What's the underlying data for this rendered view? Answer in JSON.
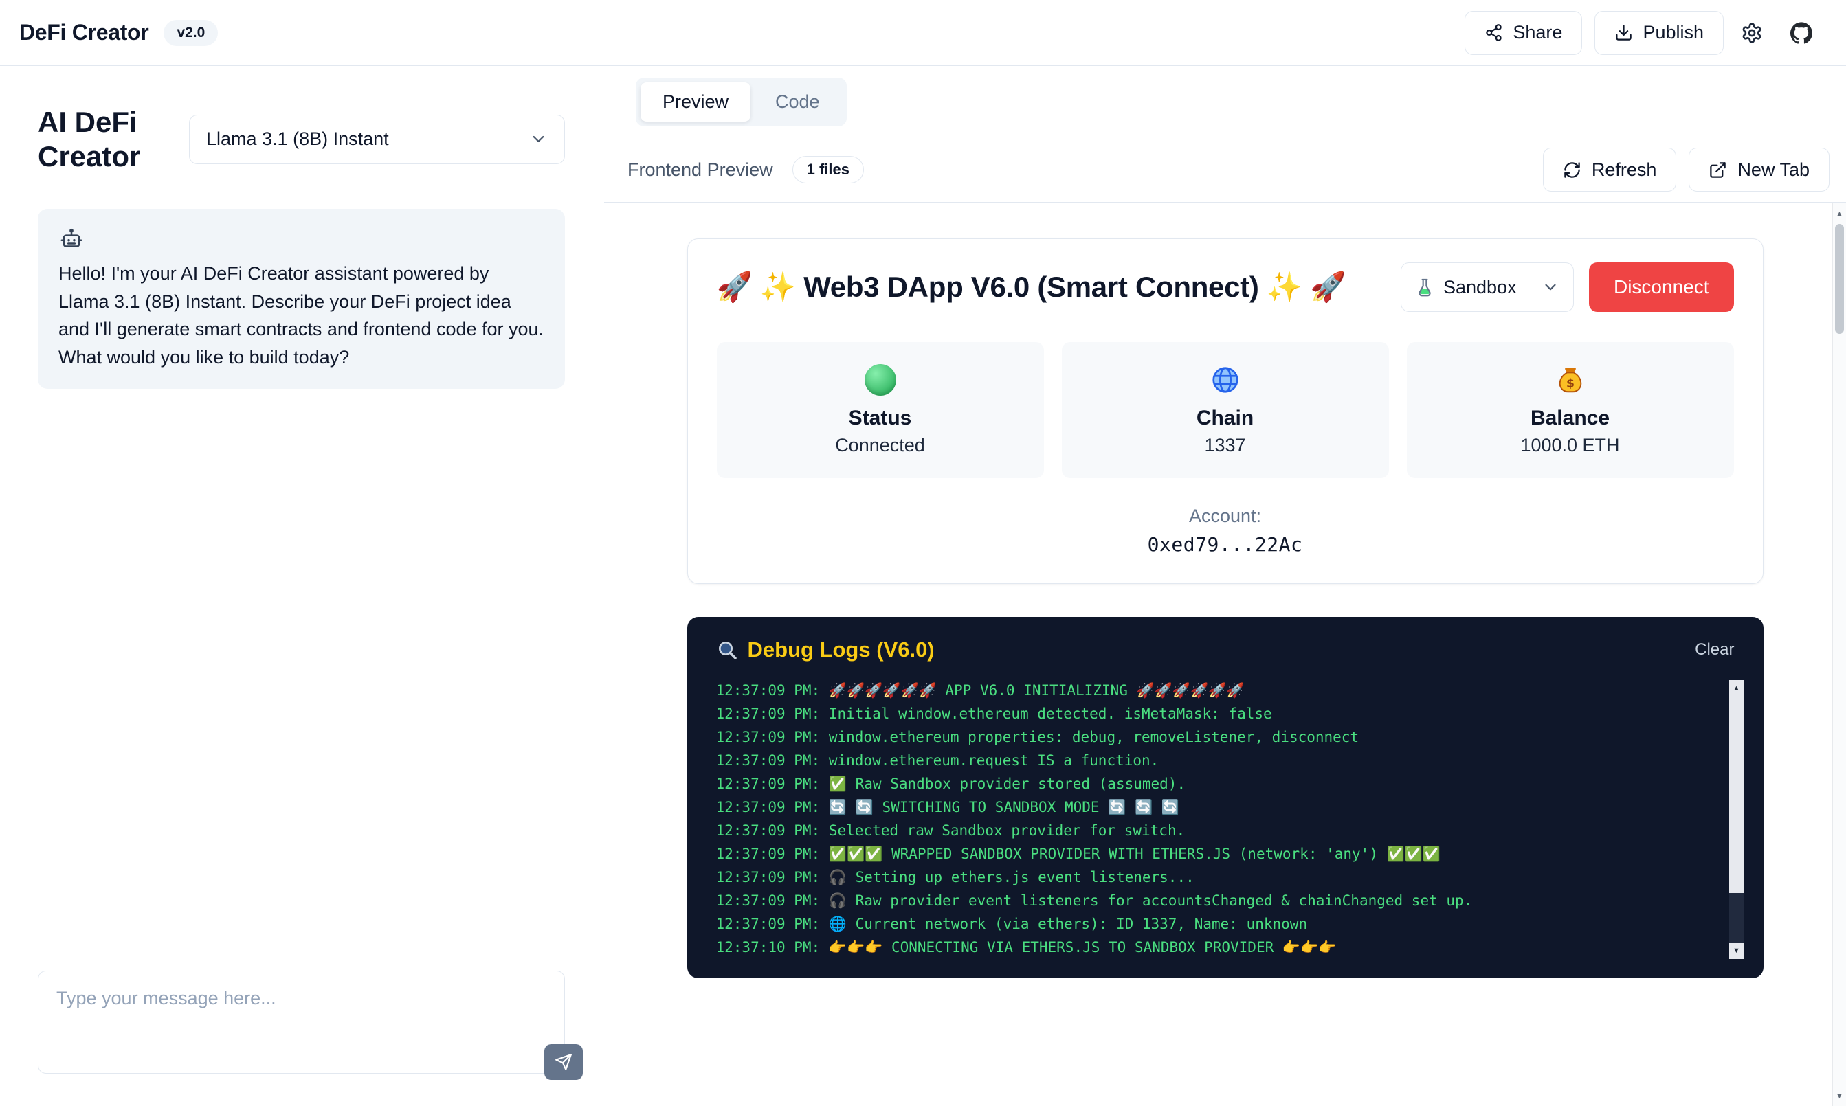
{
  "colors": {
    "accent_red": "#ef4444",
    "log_green": "#4ade80",
    "debug_bg": "#0f172a",
    "debug_title_yellow": "#facc15",
    "border": "#e2e8f0"
  },
  "icons": {
    "up_arrow": "▲",
    "down_arrow": "▼"
  },
  "header": {
    "app_title": "DeFi Creator",
    "version_badge": "v2.0",
    "share_label": "Share",
    "publish_label": "Publish"
  },
  "sidebar": {
    "title": "AI DeFi Creator",
    "model_selected": "Llama 3.1 (8B) Instant",
    "assistant_message": "Hello! I'm your AI DeFi Creator assistant powered by Llama 3.1 (8B) Instant. Describe your DeFi project idea and I'll generate smart contracts and frontend code for you. What would you like to build today?",
    "input_placeholder": "Type your message here..."
  },
  "tabs": {
    "preview": "Preview",
    "code": "Code"
  },
  "toolbar": {
    "title": "Frontend Preview",
    "files_badge": "1 files",
    "refresh_label": "Refresh",
    "new_tab_label": "New Tab"
  },
  "dapp": {
    "title": "🚀 ✨ Web3 DApp V6.0 (Smart Connect) ✨ 🚀",
    "network_selected": "Sandbox",
    "disconnect_label": "Disconnect",
    "stats": [
      {
        "icon": "green-circle-icon",
        "label": "Status",
        "value": "Connected"
      },
      {
        "icon": "globe-icon",
        "label": "Chain",
        "value": "1337"
      },
      {
        "icon": "money-bag-icon",
        "label": "Balance",
        "value": "1000.0 ETH"
      }
    ],
    "account_label": "Account:",
    "account_value": "0xed79...22Ac"
  },
  "debug": {
    "title": "Debug Logs (V6.0)",
    "clear_label": "Clear",
    "logs": [
      "12:37:09 PM: 🚀🚀🚀🚀🚀🚀 APP V6.0 INITIALIZING 🚀🚀🚀🚀🚀🚀",
      "12:37:09 PM: Initial window.ethereum detected. isMetaMask: false",
      "12:37:09 PM: window.ethereum properties: debug, removeListener, disconnect",
      "12:37:09 PM: window.ethereum.request IS a function.",
      "12:37:09 PM: ✅ Raw Sandbox provider stored (assumed).",
      "12:37:09 PM: 🔄 🔄 SWITCHING TO SANDBOX MODE 🔄 🔄 🔄",
      "12:37:09 PM: Selected raw Sandbox provider for switch.",
      "12:37:09 PM: ✅✅✅ WRAPPED SANDBOX PROVIDER WITH ETHERS.JS (network: 'any') ✅✅✅",
      "12:37:09 PM: 🎧 Setting up ethers.js event listeners...",
      "12:37:09 PM: 🎧 Raw provider event listeners for accountsChanged & chainChanged set up.",
      "12:37:09 PM: 🌐 Current network (via ethers): ID 1337, Name: unknown",
      "12:37:10 PM: 👉👉👉 CONNECTING VIA ETHERS.JS TO SANDBOX PROVIDER 👉👉👉"
    ]
  }
}
